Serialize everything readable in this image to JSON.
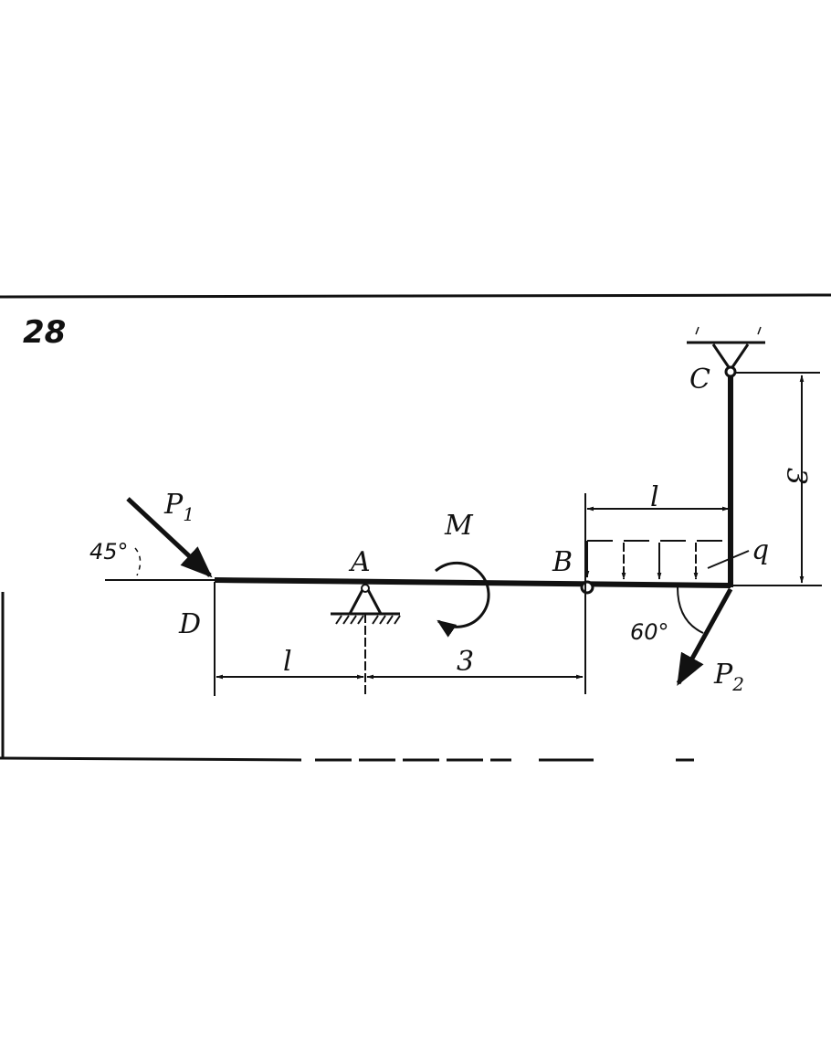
{
  "problem_number": "28",
  "points": {
    "D": "D",
    "A": "A",
    "B": "B",
    "C": "C"
  },
  "forces": {
    "P1": {
      "letter": "P",
      "sub": "1",
      "angle": "45°"
    },
    "P2": {
      "letter": "P",
      "sub": "2",
      "angle": "60°"
    },
    "moment": "M",
    "distributed_load": "q"
  },
  "dimensions": {
    "DA": "l",
    "AB": "3",
    "load_length": "l",
    "height": "3"
  },
  "colors": {
    "ink": "#111111",
    "paper": "#ffffff"
  }
}
